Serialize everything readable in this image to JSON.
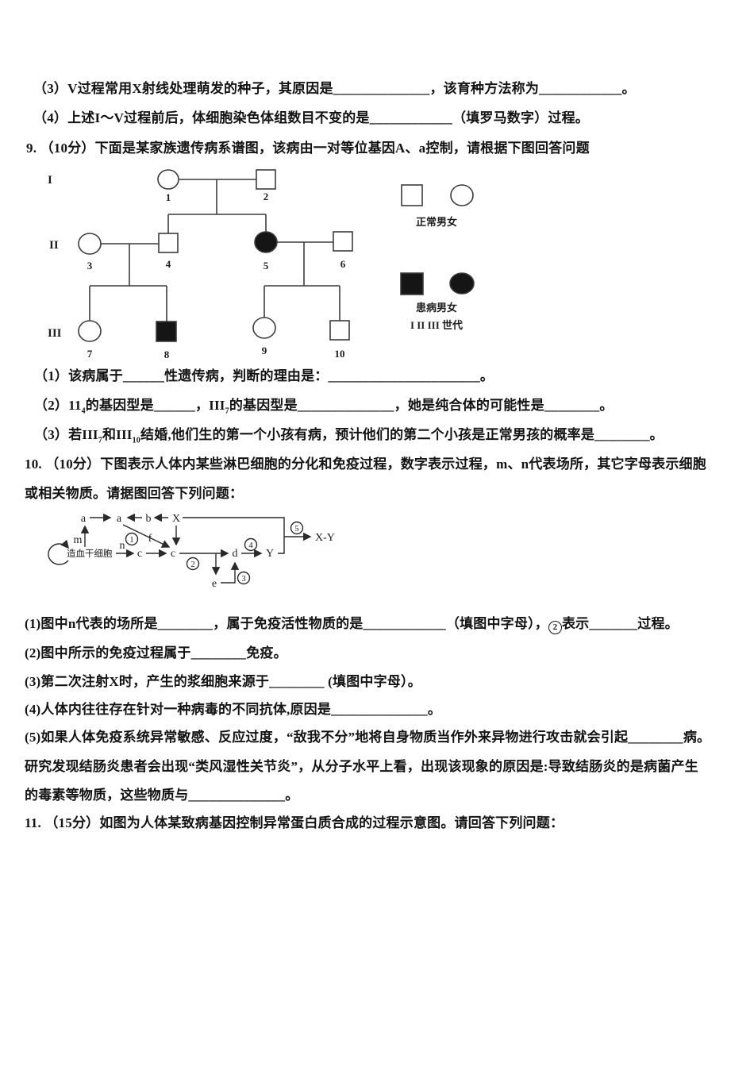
{
  "doc": {
    "q8": {
      "sub3": "（3）V过程常用X射线处理萌发的种子，其原因是______________，该育种方法称为____________。",
      "sub4": "（4）上述I～V过程前后，体细胞染色体组数目不变的是____________（填罗马数字）过程。"
    },
    "q9": {
      "head": "9. （10分）下面是某家族遗传病系谱图，该病由一对等位基因A、a控制，请根据下图回答问题",
      "sub1": "（1）该病属于______性遗传病，判断的理由是：______________________。",
      "sub2": {
        "p0": "（2）11",
        "sub_a": "4",
        "p1": "的基因型是______，III",
        "sub_b": "7",
        "p2": "的基因型是______________，她是纯合体的可能性是________。"
      },
      "sub3": {
        "p0": "（3）若III",
        "sub_a": "7",
        "p1": "和III",
        "sub_b": "10",
        "p2": "结婚,他们生的第一个小孩有病，预计他们的第二个小孩是正常男孩的概率是________。"
      }
    },
    "q10": {
      "head1": "10. （10分）下图表示人体内某些淋巴细胞的分化和免疫过程，数字表示过程，m、n代表场所，其它字母表示细胞",
      "head2": "或相关物质。请据图回答下列问题：",
      "sub1": {
        "p0": "(1)图中n代表的场所是________，属于免疫活性物质的是____________（填图中字母），",
        "circled": "2",
        "p1": "表示_______过程。"
      },
      "sub2": "(2)图中所示的免疫过程属于________免疫。",
      "sub3": "(3)第二次注射X时，产生的浆细胞来源于________ (填图中字母）。",
      "sub4": "(4)人体内往往存在针对一种病毒的不同抗体,原因是______________。",
      "sub5_line1": "(5)如果人体免疫系统异常敏感、反应过度，“敌我不分”地将自身物质当作外来异物进行攻击就会引起________病。",
      "sub5_line2": "研究发现结肠炎患者会出现“类风湿性关节炎”，从分子水平上看，出现该现象的原因是:导致结肠炎的是病菌产生",
      "sub5_line3": "的毒素等物质，这些物质与______________。"
    },
    "q11": {
      "head": "11. （15分）如图为人体某致病基因控制异常蛋白质合成的过程示意图。请回答下列问题："
    }
  },
  "pedigree": {
    "generation_labels": {
      "g1": "I",
      "g2": "II",
      "g3": "III"
    },
    "numbers": {
      "n1": "1",
      "n2": "2",
      "n3": "3",
      "n4": "4",
      "n5": "5",
      "n6": "6",
      "n7": "7",
      "n8": "8",
      "n9": "9",
      "n10": "10"
    },
    "legend": {
      "normal": "正常男女",
      "affected": "患病男女",
      "generations": "I II III 世代"
    }
  },
  "diagram": {
    "stem_cell": "造血干细胞",
    "labels": {
      "a1": "a",
      "a2": "a",
      "b": "b",
      "x": "X",
      "m": "m",
      "n": "n",
      "c1": "c",
      "c2": "c",
      "f": "f",
      "d": "d",
      "e": "e",
      "y": "Y",
      "xy": "X-Y"
    },
    "steps": {
      "s1": "1",
      "s2": "2",
      "s3": "3",
      "s4": "4",
      "s5": "5"
    }
  }
}
